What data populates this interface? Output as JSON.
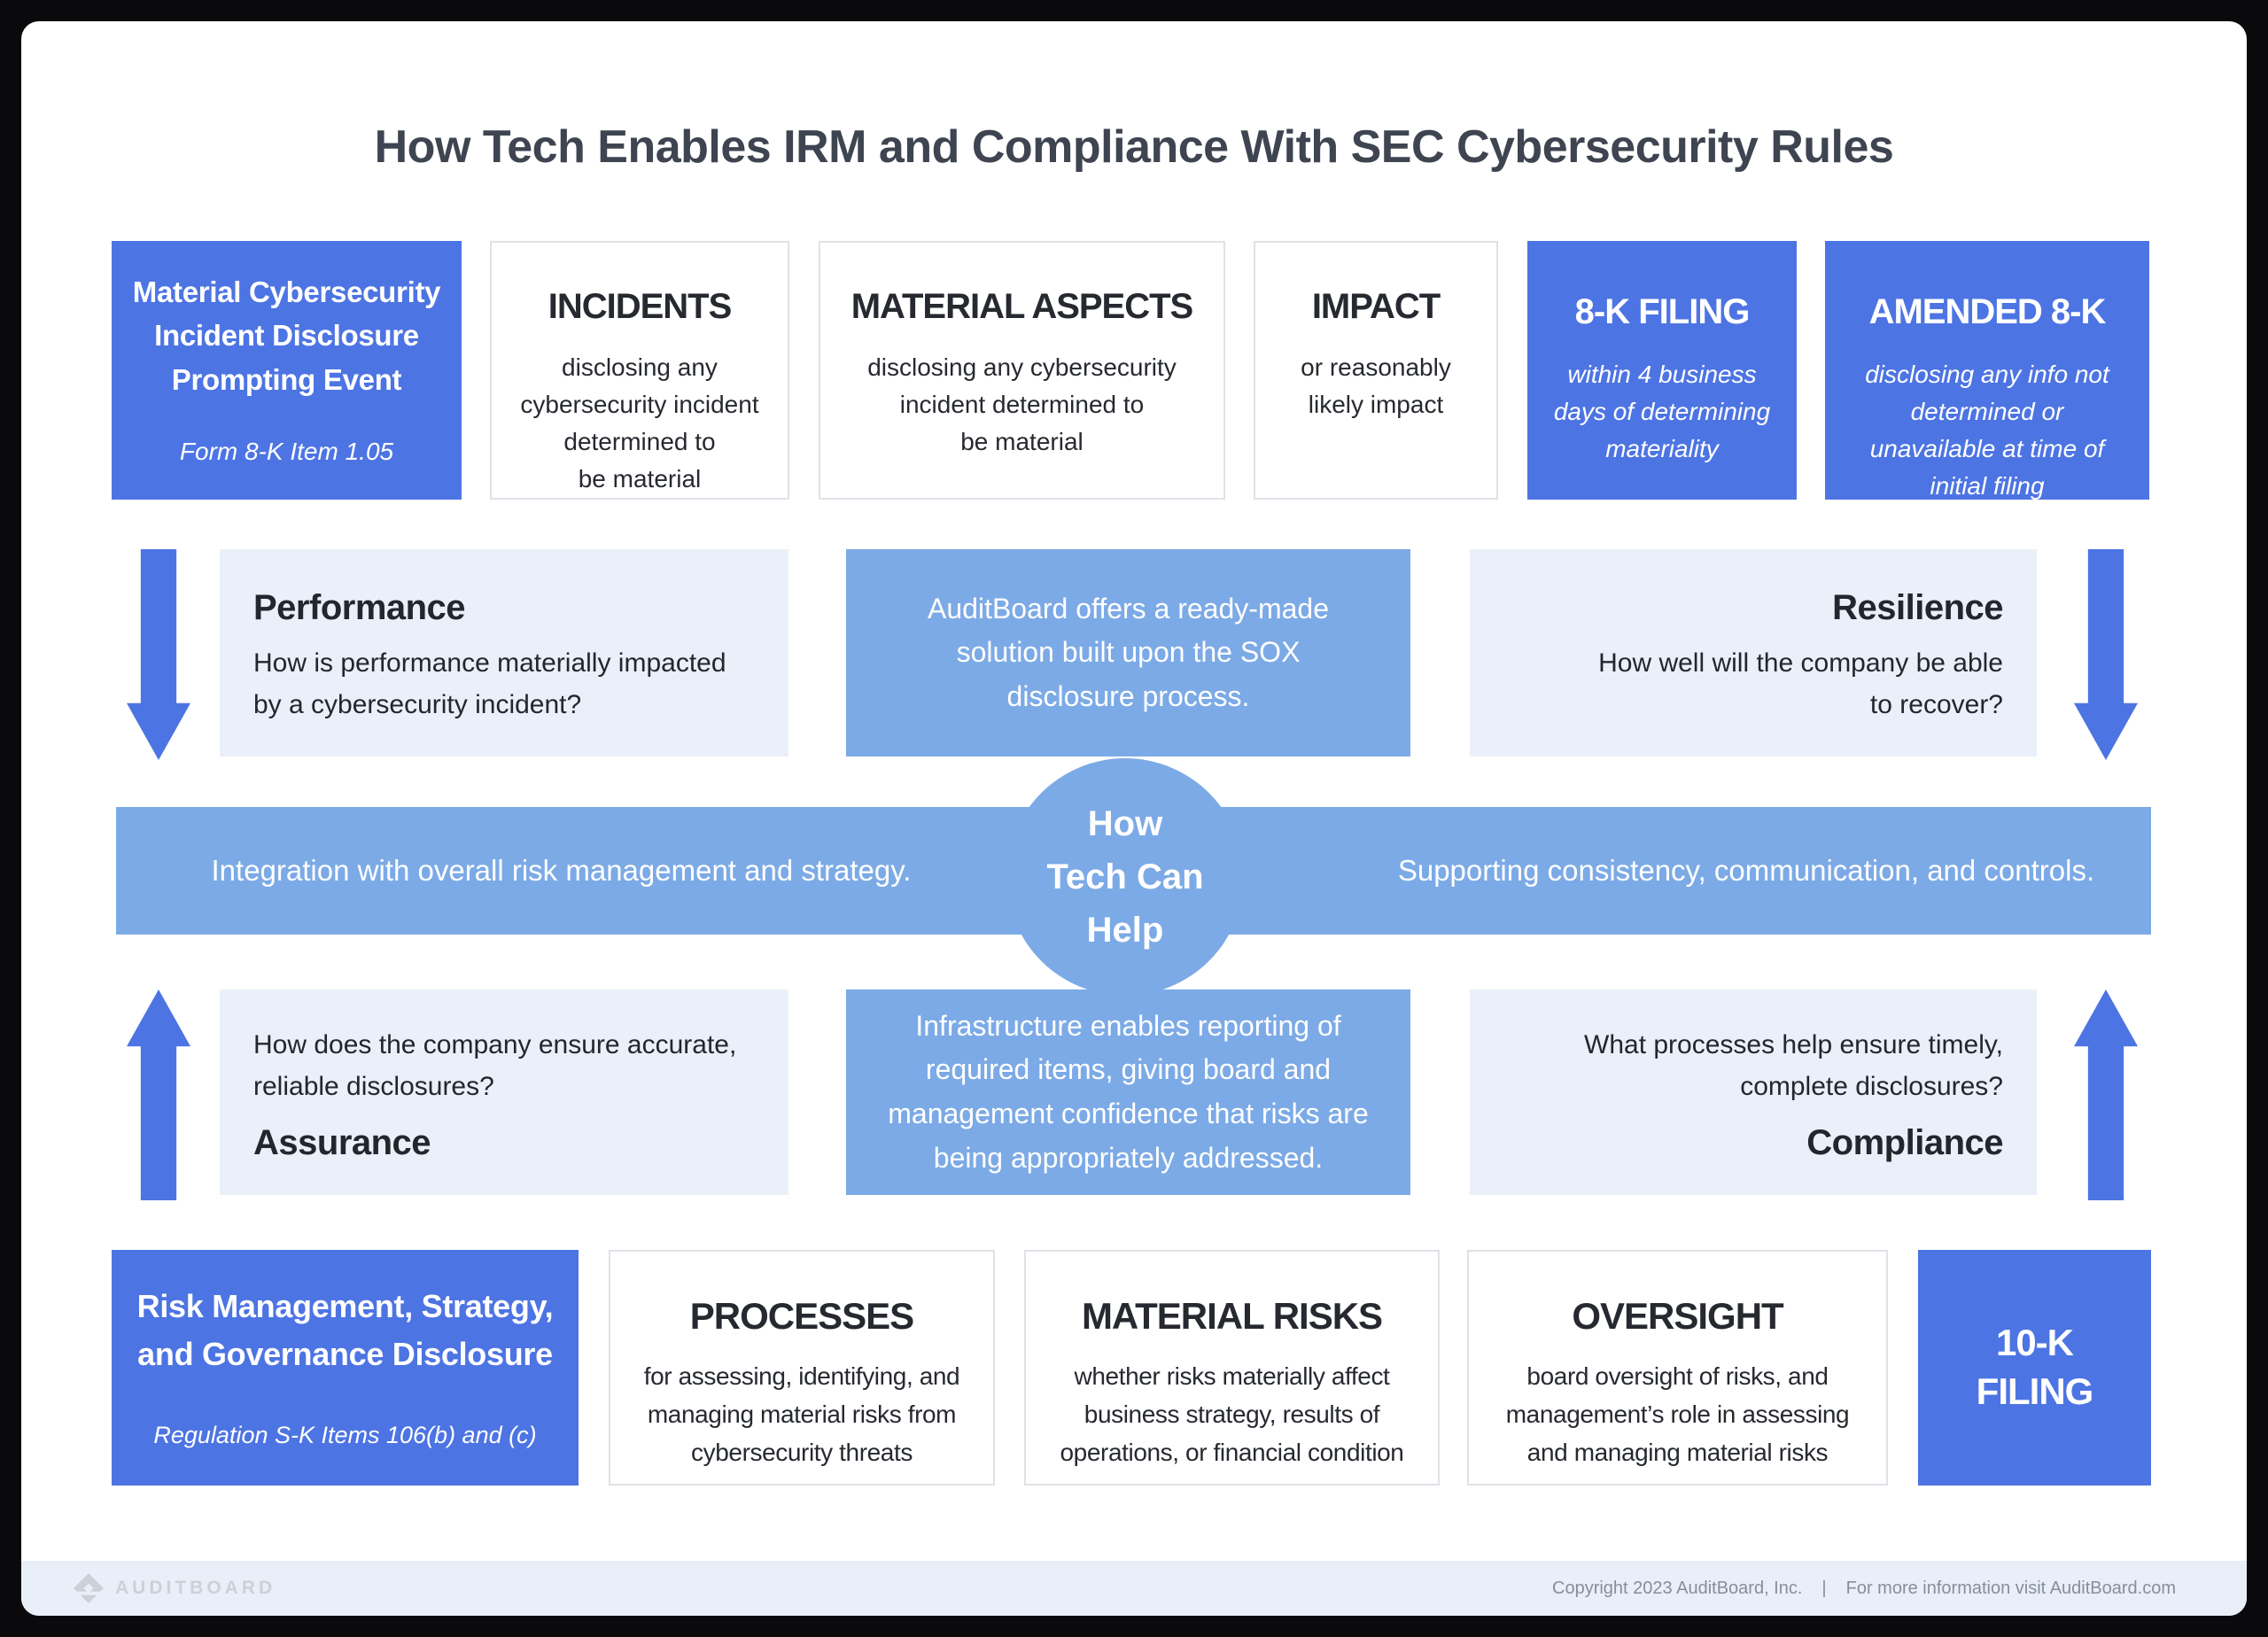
{
  "page": {
    "title": "How Tech Enables IRM and Compliance With SEC Cybersecurity Rules"
  },
  "colors": {
    "primary_blue": "#4d74e3",
    "medium_blue": "#7caae6",
    "light_blue": "#e9f0fa",
    "footer_bg": "#e9eff9",
    "card_bg": "#ffffff",
    "page_bg": "#0a0a0c"
  },
  "top_row": {
    "prompting_event": {
      "title": "Material Cybersecurity\nIncident Disclosure\nPrompting Event",
      "subtitle": "Form 8-K Item 1.05"
    },
    "incidents": {
      "title": "INCIDENTS",
      "body": "disclosing any\ncybersecurity incident\ndetermined to\nbe material"
    },
    "material_aspects": {
      "title": "MATERIAL ASPECTS",
      "body": "disclosing any cybersecurity\nincident determined to\nbe material"
    },
    "impact": {
      "title": "IMPACT",
      "body": "or reasonably\nlikely impact"
    },
    "filing_8k": {
      "title": "8-K FILING",
      "body": "within 4 business\ndays of determining\nmateriality"
    },
    "amended_8k": {
      "title": "AMENDED 8-K",
      "body": "disclosing any info not\ndetermined or\nunavailable at time of\ninitial filing"
    }
  },
  "quadrants": {
    "performance": {
      "title": "Performance",
      "body": "How is performance materially impacted\nby a cybersecurity incident?"
    },
    "resilience": {
      "title": "Resilience",
      "body": "How well will the company be able\nto recover?"
    },
    "assurance": {
      "title": "Assurance",
      "body": "How does the company ensure accurate,\nreliable disclosures?"
    },
    "compliance": {
      "title": "Compliance",
      "body": "What processes help ensure timely,\ncomplete disclosures?"
    }
  },
  "center": {
    "top_callout": "AuditBoard offers a ready-made\nsolution built upon the SOX\ndisclosure process.",
    "bottom_callout": "Infrastructure enables reporting of\nrequired items, giving board and\nmanagement confidence that risks are\nbeing appropriately addressed.",
    "circle_line1": "How",
    "circle_line2": "Tech Can",
    "circle_line3": "Help",
    "band_left": "Integration with overall risk management and strategy.",
    "band_right": "Supporting consistency, communication, and controls."
  },
  "bottom_row": {
    "governance": {
      "title": "Risk Management, Strategy,\nand Governance Disclosure",
      "subtitle": "Regulation S-K Items 106(b) and (c)"
    },
    "processes": {
      "title": "PROCESSES",
      "body": "for assessing, identifying, and\nmanaging material risks from\ncybersecurity threats"
    },
    "material_risks": {
      "title": "MATERIAL RISKS",
      "body": "whether risks materially affect\nbusiness strategy, results of\noperations, or financial condition"
    },
    "oversight": {
      "title": "OVERSIGHT",
      "body": "board oversight of risks, and\nmanagement’s role in assessing\nand managing material risks"
    },
    "filing_10k": {
      "title": "10-K\nFILING"
    }
  },
  "footer": {
    "logo_text": "AUDITBOARD",
    "copyright": "Copyright 2023 AuditBoard, Inc.",
    "separator": "|",
    "info": "For more information visit AuditBoard.com"
  }
}
